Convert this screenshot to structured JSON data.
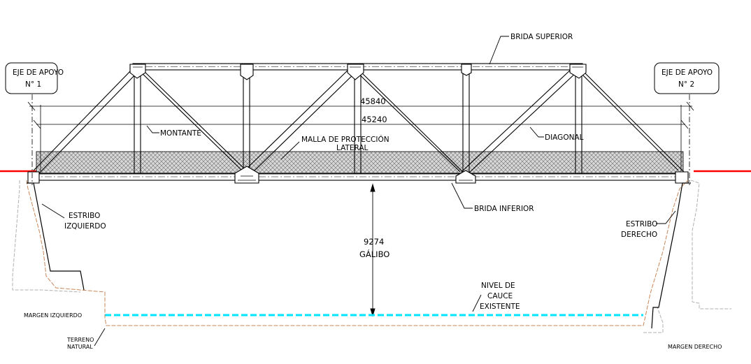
{
  "labels": {
    "brida_superior": "BRIDA SUPERIOR",
    "brida_inferior": "BRIDA INFERIOR",
    "montante": "MONTANTE",
    "diagonal": "DIAGONAL",
    "malla_line1": "MALLA DE PROTECCIÓN",
    "malla_line2": "LATERAL",
    "estribo_izq_line1": "ESTRIBO",
    "estribo_izq_line2": "IZQUIERDO",
    "estribo_der_line1": "ESTRIBO",
    "estribo_der_line2": "DERECHO",
    "galibo_value": "9274",
    "galibo_label": "GÁLIBO",
    "nivel_line1": "NIVEL DE",
    "nivel_line2": "CAUCE",
    "nivel_line3": "EXISTENTE",
    "margen_izq": "MARGEN IZQUIERDO",
    "margen_der": "MARGEN DERECHO",
    "terreno_line1": "TERRENO",
    "terreno_line2": "NATURAL"
  },
  "apoyos": [
    {
      "line1": "EJE DE APOYO",
      "line2": "N° 1"
    },
    {
      "line1": "EJE DE APOYO",
      "line2": "N° 2"
    }
  ],
  "dimensions": {
    "total_length": "45840",
    "span_length": "45240"
  },
  "colors": {
    "road_line": "#ff0000",
    "water_line": "#00e5ff",
    "terrain": "#c8875a",
    "steel": "#000000"
  }
}
